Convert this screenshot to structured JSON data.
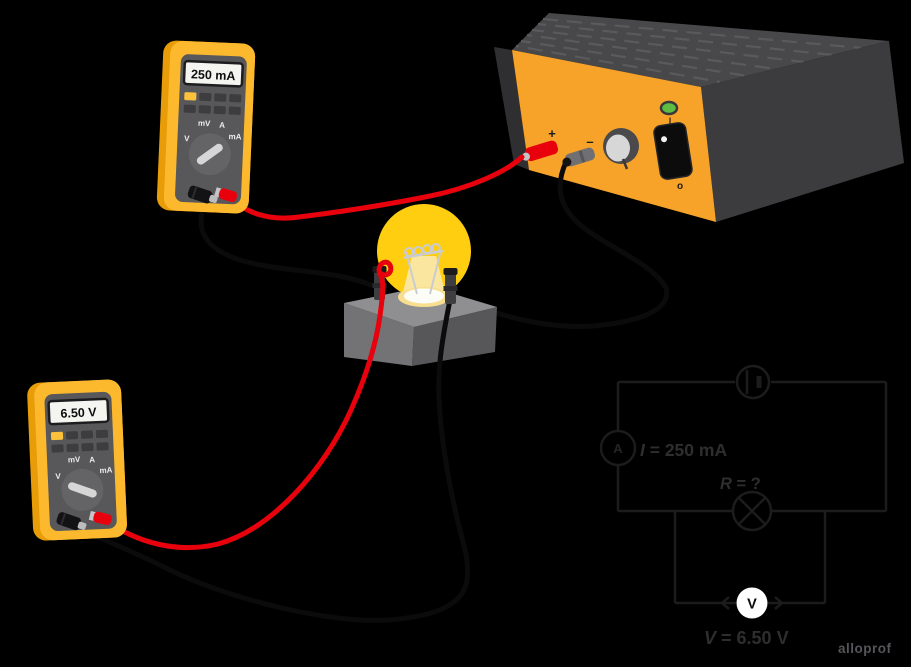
{
  "ammeter": {
    "display": "250 mA",
    "dial": {
      "v": "V",
      "mv": "mV",
      "a": "A",
      "ma": "mA"
    }
  },
  "voltmeter": {
    "display": "6.50 V",
    "dial": {
      "v": "V",
      "mv": "mV",
      "a": "A",
      "ma": "mA"
    }
  },
  "power_supply": {
    "plus_label": "+",
    "minus_label": "–",
    "switch_on_label": "|",
    "switch_off_label": "o"
  },
  "schematic": {
    "ammeter_symbol": "A",
    "voltmeter_symbol": "V",
    "current": {
      "var": "I",
      "value": " = 250 mA"
    },
    "resistance": {
      "var": "R",
      "value": " = ?"
    },
    "voltage": {
      "var": "V",
      "value": " = 6.50 V"
    }
  },
  "watermark": "alloprof",
  "colors": {
    "background": "#000000",
    "meter_yellow": "#FDB92D",
    "meter_yellow_shade": "#E79C08",
    "meter_face_grey": "#58585B",
    "supply_orange": "#F7A329",
    "wire_red": "#E8000D",
    "led_green": "#5FBE41",
    "bulb_yellow": "#FFCE10",
    "schematic_line": "#1C1C1C",
    "schematic_text": "#2E2E2E",
    "watermark_grey": "#55555A"
  }
}
